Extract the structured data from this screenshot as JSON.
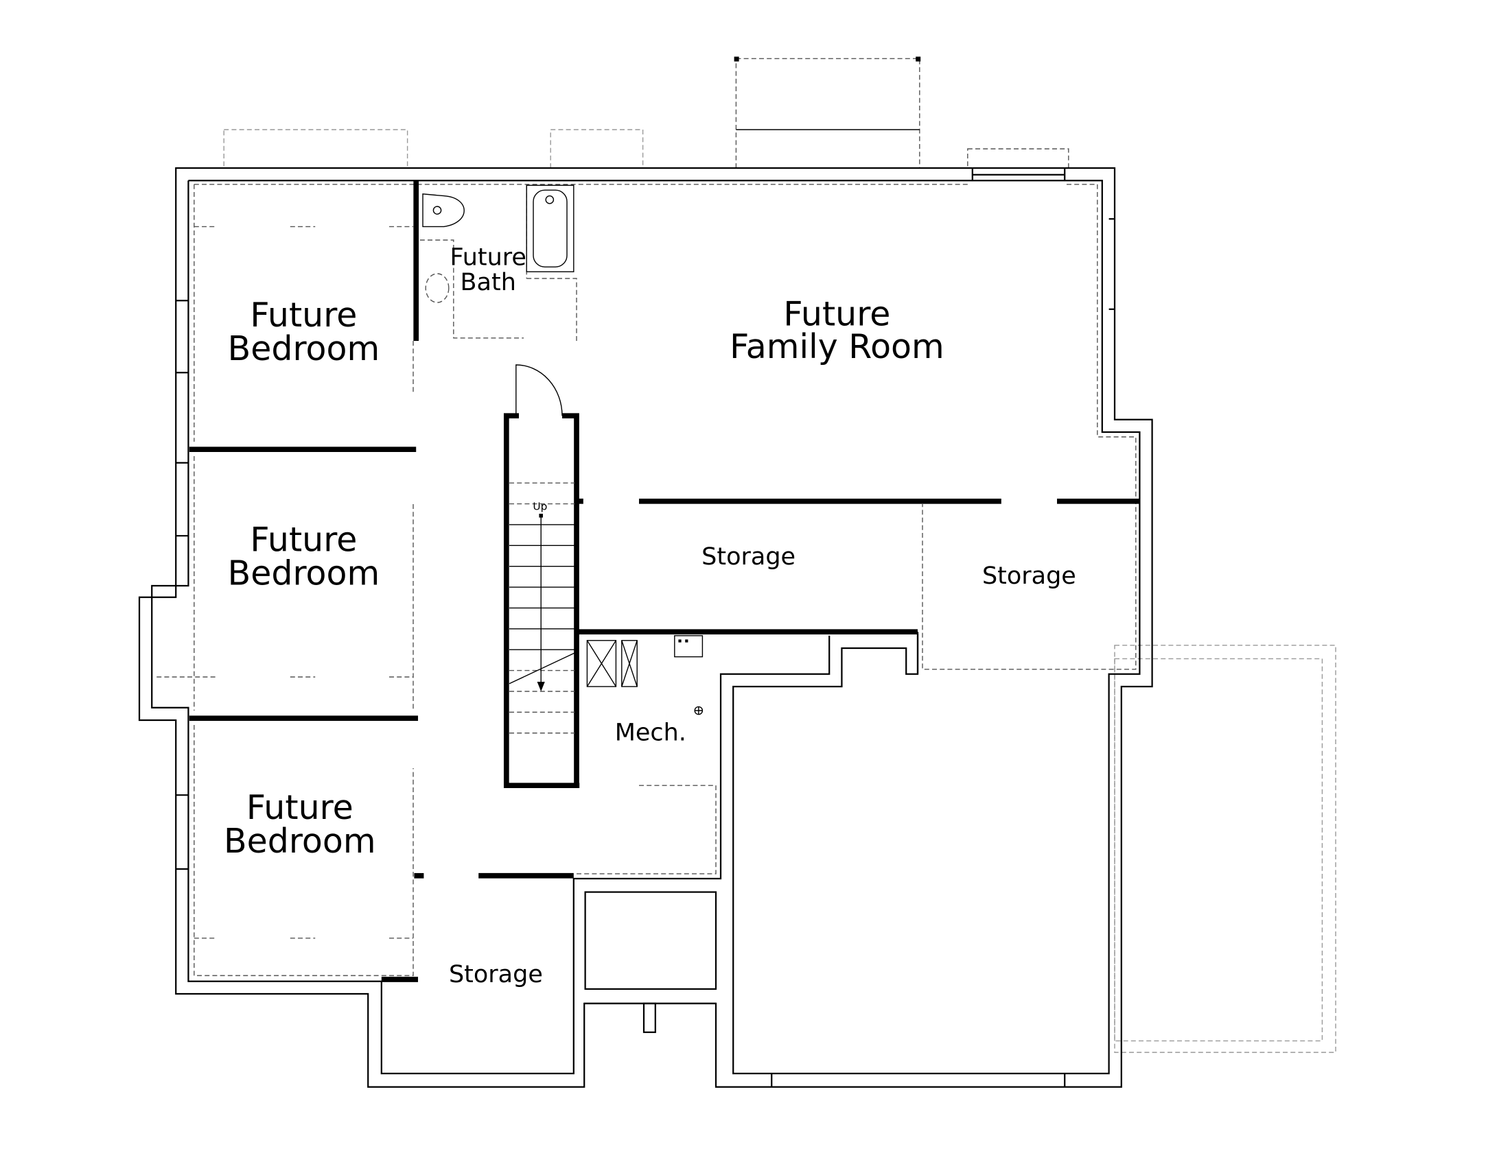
{
  "plan": {
    "rooms": {
      "bedroom_1": [
        "Future",
        "Bedroom"
      ],
      "bedroom_2": [
        "Future",
        "Bedroom"
      ],
      "bedroom_3": [
        "Future",
        "Bedroom"
      ],
      "bath": [
        "Future",
        "Bath"
      ],
      "family_room": [
        "Future",
        "Family Room"
      ],
      "storage_center": "Storage",
      "storage_right": "Storage",
      "storage_bottom": "Storage",
      "mech": "Mech."
    },
    "stair_label": "Up",
    "colors": {
      "line": "#000000",
      "background": "#ffffff",
      "dashed": "#555555"
    }
  }
}
